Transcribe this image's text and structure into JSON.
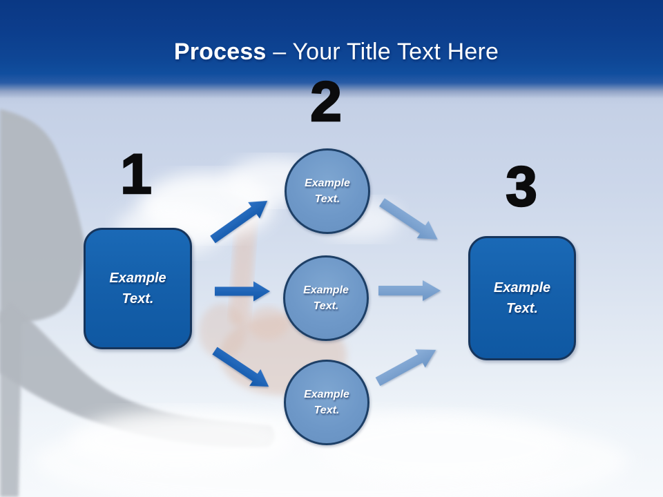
{
  "title": {
    "bold": "Process",
    "rest": " – Your Title Text Here"
  },
  "steps": [
    {
      "number": "1"
    },
    {
      "number": "2"
    },
    {
      "number": "3"
    }
  ],
  "left_box": {
    "label": "Example\nText."
  },
  "right_box": {
    "label": "Example\nText."
  },
  "circles": [
    {
      "label": "Example\nText."
    },
    {
      "label": "Example\nText."
    },
    {
      "label": "Example\nText."
    }
  ],
  "colors": {
    "header_blue_top": "#0a3884",
    "header_blue_bottom": "#104e9e",
    "title_text": "#ffffff",
    "box_fill": "#1560ab",
    "box_border": "#16355c",
    "circle_fill": "#6e98c8",
    "circle_border": "#1d3f66",
    "arrow_dark": "#1a5db4",
    "arrow_light": "#7aa1d2",
    "number_color": "#0b0b0c",
    "sky_top": "#c3cfe5",
    "sky_bottom": "#f6f9fc"
  }
}
